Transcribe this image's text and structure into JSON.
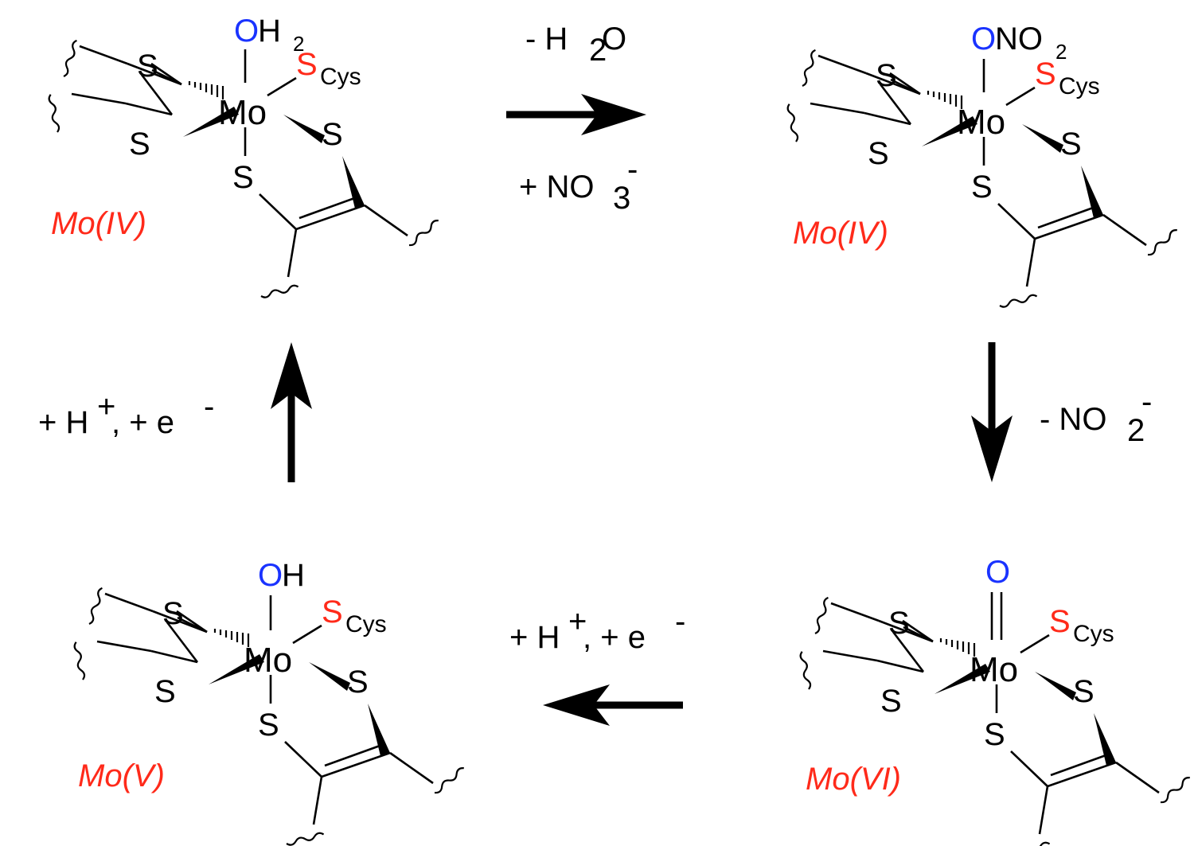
{
  "complexes": [
    {
      "id": "mo-iv-aqua",
      "axial_ligand": "O",
      "axial_suffix": "H",
      "axial_subscript": "2",
      "metal": "Mo",
      "thiolate_s": "S",
      "thiolate_label": "Cys",
      "sulfur": "S",
      "oxidation_state": "Mo(IV)"
    },
    {
      "id": "mo-iv-nitrate",
      "axial_ligand": "O",
      "axial_suffix": "NO",
      "axial_subscript": "2",
      "metal": "Mo",
      "thiolate_s": "S",
      "thiolate_label": "Cys",
      "sulfur": "S",
      "oxidation_state": "Mo(IV)"
    },
    {
      "id": "mo-vi-oxo",
      "axial_ligand": "O",
      "axial_suffix": "",
      "axial_subscript": "",
      "metal": "Mo",
      "thiolate_s": "S",
      "thiolate_label": "Cys",
      "sulfur": "S",
      "oxidation_state": "Mo(VI)"
    },
    {
      "id": "mo-v-hydroxo",
      "axial_ligand": "O",
      "axial_suffix": "H",
      "axial_subscript": "",
      "metal": "Mo",
      "thiolate_s": "S",
      "thiolate_label": "Cys",
      "sulfur": "S",
      "oxidation_state": "Mo(V)"
    }
  ],
  "steps": {
    "top": {
      "above_prefix": "- H",
      "above_sub": "2",
      "above_o": "O",
      "below_prefix": "+ NO",
      "below_sub": "3",
      "below_sup": "-"
    },
    "right": {
      "prefix": "- NO",
      "sub": "2",
      "sup": "-"
    },
    "bottom": {
      "p1": "+ H",
      "s1": "+",
      "p2": ", + e",
      "s2": "-"
    },
    "left": {
      "p1": "+ H",
      "s1": "+",
      "p2": ", + e",
      "s2": "-"
    }
  },
  "colors": {
    "oxygen": "#1a33ff",
    "cysteine_sulfur": "#ff2a1a",
    "oxidation_state": "#ff2a1a",
    "bonds": "#000000"
  }
}
